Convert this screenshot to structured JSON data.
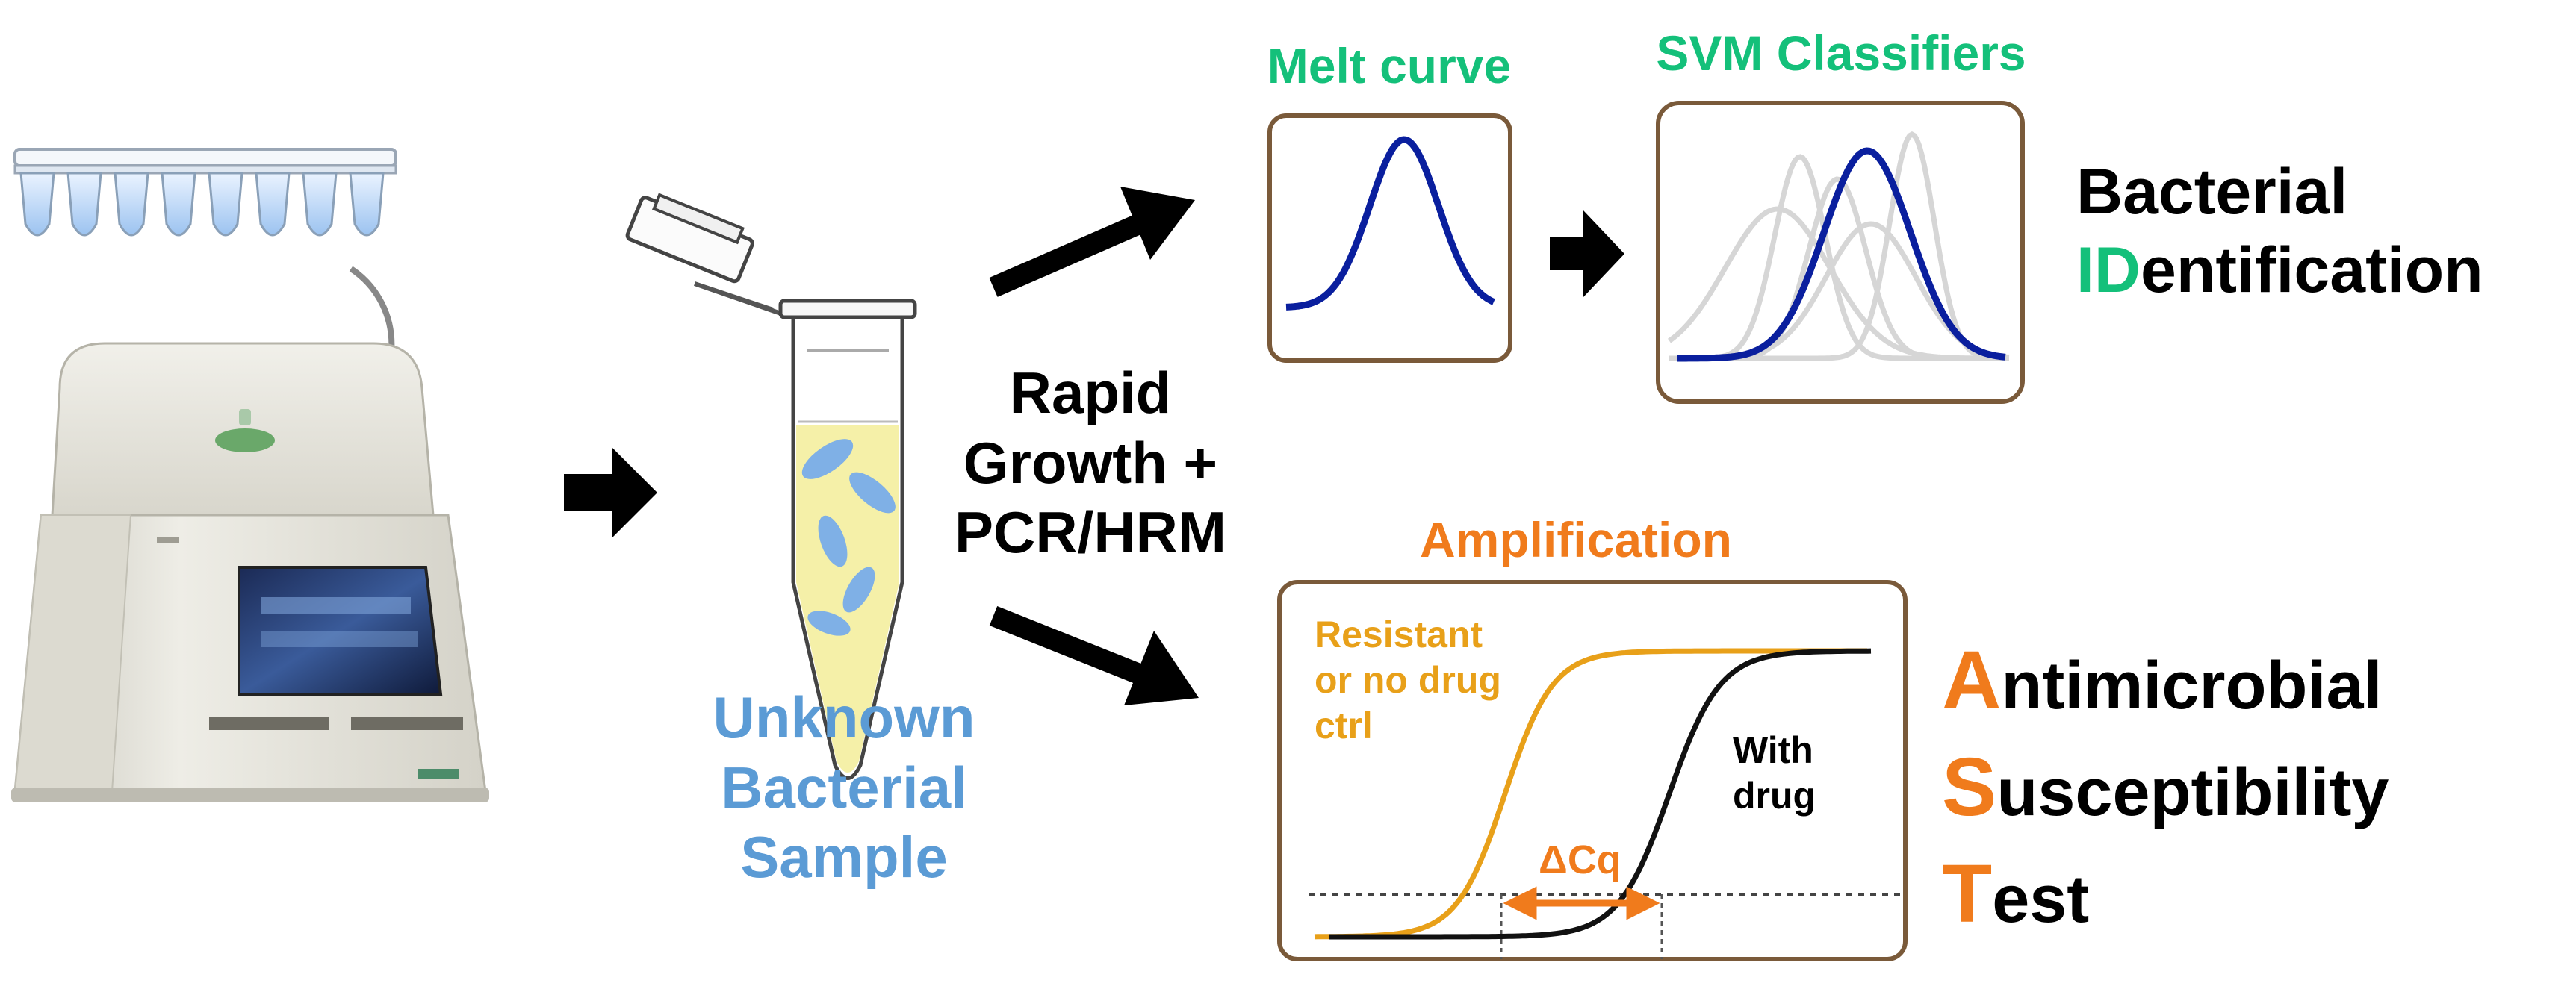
{
  "colors": {
    "blue_curve": "#0a1f9e",
    "orange": "#f07b1c",
    "amber": "#e8a019",
    "green": "#14c07a",
    "sample_blue": "#5b9bd5",
    "frame_brown": "#7a5a3a",
    "ghost_curves": "#d6d6d6",
    "tube_liquid": "#f5f0a8",
    "cells": "#7fb0e6"
  },
  "icons": [
    "pcr-strip-tubes-icon",
    "curved-arrow-icon",
    "thermocycler-icon",
    "microcentrifuge-tube-icon",
    "bacteria-cell-icon",
    "arrow-right-icon",
    "double-arrow-icon"
  ],
  "sample": {
    "line1": "Unknown",
    "line2": "Bacterial",
    "line3": "Sample"
  },
  "process": {
    "line1": "Rapid",
    "line2": "Growth +",
    "line3": "PCR/HRM"
  },
  "melt": {
    "title": "Melt curve"
  },
  "svm": {
    "title": "SVM Classifiers"
  },
  "id_result": {
    "word1": "Bacterial",
    "id_highlight": "ID",
    "id_rest": "entification"
  },
  "amplification": {
    "title": "Amplification",
    "resistant_line1": "Resistant",
    "resistant_line2": "or no drug",
    "resistant_line3": "ctrl",
    "drug_line1": "With",
    "drug_line2": "drug",
    "delta": "ΔCq"
  },
  "ast": {
    "a_letter": "A",
    "a_rest": "ntimicrobial",
    "s_letter": "S",
    "s_rest": "usceptibility",
    "t_letter": "T",
    "t_rest": "est"
  }
}
